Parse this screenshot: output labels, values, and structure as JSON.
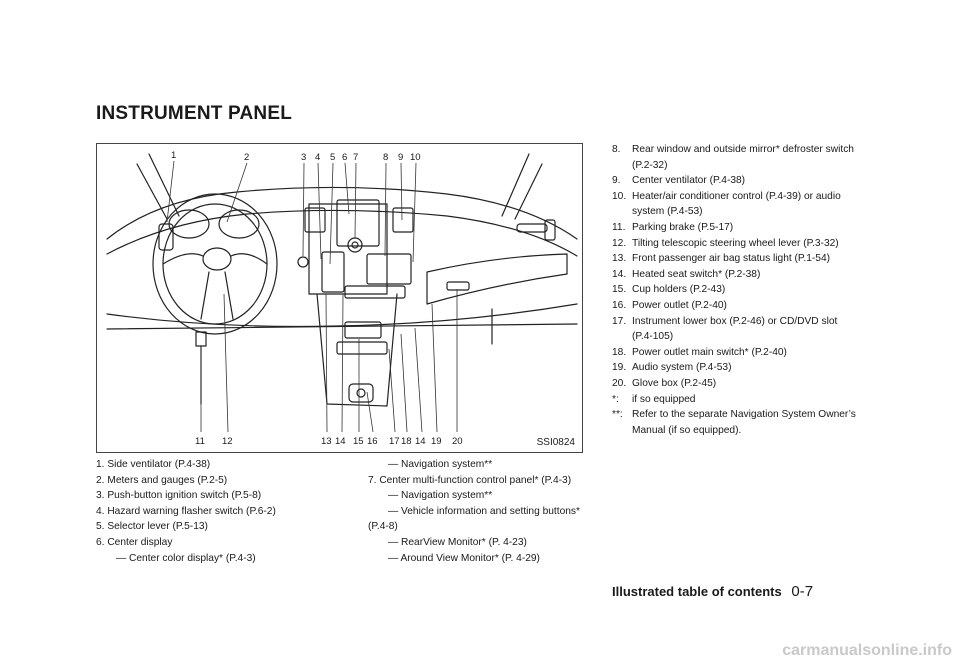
{
  "section_title": "INSTRUMENT PANEL",
  "figure": {
    "id": "SSI0824",
    "top_numbers": [
      "1",
      "2",
      "3",
      "4",
      "5",
      "6",
      "7",
      "8",
      "9",
      "10"
    ],
    "bottom_numbers": [
      "11",
      "12",
      "13",
      "14",
      "15",
      "16",
      "17",
      "18",
      "14",
      "19",
      "20"
    ]
  },
  "list_left": [
    {
      "text": "1.  Side ventilator (P.4-38)"
    },
    {
      "text": "2.  Meters and gauges (P.2-5)"
    },
    {
      "text": "3.  Push-button ignition switch (P.5-8)"
    },
    {
      "text": "4.  Hazard warning flasher switch (P.6-2)"
    },
    {
      "text": "5.  Selector lever (P.5-13)"
    },
    {
      "text": "6.  Center display"
    },
    {
      "text": "— Center color display* (P.4-3)",
      "sub": true
    }
  ],
  "list_mid": [
    {
      "text": "— Navigation system**",
      "sub": true
    },
    {
      "text": "7.  Center multi-function control panel* (P.4-3)"
    },
    {
      "text": "— Navigation system**",
      "sub": true
    },
    {
      "text": "— Vehicle information and setting buttons*",
      "sub": true
    },
    {
      "text": "(P.4-8)"
    },
    {
      "text": "— RearView Monitor* (P. 4-23)",
      "sub": true
    },
    {
      "text": "— Around View Monitor* (P. 4-29)",
      "sub": true
    }
  ],
  "list_right": [
    {
      "key": "8.",
      "text": "Rear window and outside mirror* defroster switch (P.2-32)"
    },
    {
      "key": "9.",
      "text": "Center ventilator (P.4-38)"
    },
    {
      "key": "10.",
      "text": "Heater/air conditioner control (P.4-39) or audio system (P.4-53)"
    },
    {
      "key": "11.",
      "text": "Parking brake (P.5-17)"
    },
    {
      "key": "12.",
      "text": "Tilting telescopic steering wheel lever (P.3-32)"
    },
    {
      "key": "13.",
      "text": "Front passenger air bag status light (P.1-54)"
    },
    {
      "key": "14.",
      "text": "Heated seat switch* (P.2-38)"
    },
    {
      "key": "15.",
      "text": "Cup holders (P.2-43)"
    },
    {
      "key": "16.",
      "text": "Power outlet (P.2-40)"
    },
    {
      "key": "17.",
      "text": "Instrument lower box (P.2-46) or CD/DVD slot (P.4-105)"
    },
    {
      "key": "18.",
      "text": "Power outlet main switch* (P.2-40)"
    },
    {
      "key": "19.",
      "text": "Audio system (P.4-53)"
    },
    {
      "key": "20.",
      "text": "Glove box (P.2-45)"
    },
    {
      "key": "*:",
      "text": "if so equipped"
    },
    {
      "key": "**:",
      "text": "Refer to the separate Navigation System Owner’s Manual (if so equipped)."
    }
  ],
  "footer": {
    "label": "Illustrated table of contents",
    "page": "0-7"
  },
  "watermark": "carmanualsonline.info"
}
